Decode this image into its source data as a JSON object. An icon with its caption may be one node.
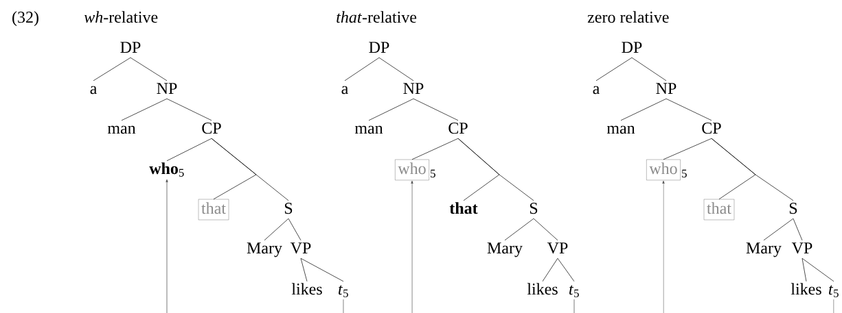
{
  "diagram": {
    "nodes": [
      {
        "text": [
          "DP"
        ]
      },
      {
        "text": [
          "a"
        ]
      },
      {
        "text": [
          "NP"
        ]
      },
      {
        "text": [
          "man"
        ]
      },
      {
        "text": [
          "CP"
        ]
      },
      {
        "text": [
          "**who**$_{5}$"
        ]
      },
      {
        "text": [
          "that"
        ]
      },
      {
        "text": [
          "S"
        ]
      },
      {
        "text": [
          "Mary"
        ]
      },
      {
        "text": [
          "VP"
        ]
      },
      {
        "text": [
          "likes"
        ]
      },
      {
        "text": [
          "*t*$_{5}$"
        ]
      },
      {
        "text": [
          "DP"
        ]
      },
      {
        "text": [
          "a"
        ]
      },
      {
        "text": [
          "NP"
        ]
      },
      {
        "text": [
          "man"
        ]
      },
      {
        "text": [
          "CP"
        ]
      },
      {
        "text": [
          "who"
        ],
        "beside": [
          "5"
        ]
      },
      {
        "text": [
          "that"
        ]
      },
      {
        "text": [
          "S"
        ]
      },
      {
        "text": [
          "Mary"
        ]
      },
      {
        "text": [
          "VP"
        ]
      },
      {
        "text": [
          "likes"
        ]
      },
      {
        "text": [
          "*t*$_{5}$"
        ]
      },
      {
        "text": [
          "DP"
        ]
      },
      {
        "text": [
          "a"
        ]
      },
      {
        "text": [
          "NP"
        ]
      },
      {
        "text": [
          "man"
        ]
      },
      {
        "text": [
          "CP"
        ]
      },
      {
        "text": [
          "who"
        ],
        "beside": [
          "5"
        ]
      },
      {
        "text": [
          "that"
        ]
      },
      {
        "text": [
          "S"
        ]
      },
      {
        "text": [
          "Mary"
        ]
      },
      {
        "text": [
          "VP"
        ]
      },
      {
        "text": [
          "likes"
        ]
      },
      {
        "text": [
          "*t*$_{5}$"
        ]
      }
    ],
    "edges": [
      {
        "from": 0,
        "to": 1,
        "arrow": "none"
      },
      {
        "from": 0,
        "to": 2,
        "arrow": "none"
      },
      {
        "from": 2,
        "to": 3,
        "arrow": "none"
      },
      {
        "from": 2,
        "to": 4,
        "arrow": "none"
      },
      {
        "from": 4,
        "to": 5,
        "arrow": "none"
      },
      {
        "from": 4,
        "to": 6,
        "arrow": "none"
      },
      {
        "from": 4,
        "to": 7,
        "arrow": "none"
      },
      {
        "from": 7,
        "to": 8,
        "arrow": "none"
      },
      {
        "from": 7,
        "to": 9,
        "arrow": "none"
      },
      {
        "from": 9,
        "to": 10,
        "arrow": "none"
      },
      {
        "from": 9,
        "to": 11,
        "arrow": "none"
      },
      {
        "from": 11,
        "to": 5,
        "arrow": "to"
      },
      {
        "from": 12,
        "to": 13,
        "arrow": "none"
      },
      {
        "from": 12,
        "to": 14,
        "arrow": "none"
      },
      {
        "from": 14,
        "to": 15,
        "arrow": "none"
      },
      {
        "from": 14,
        "to": 16,
        "arrow": "none"
      },
      {
        "from": 16,
        "to": 17,
        "arrow": "none"
      },
      {
        "from": 16,
        "to": 18,
        "arrow": "none"
      },
      {
        "from": 16,
        "to": 19,
        "arrow": "none"
      },
      {
        "from": 19,
        "to": 20,
        "arrow": "none"
      },
      {
        "from": 19,
        "to": 21,
        "arrow": "none"
      },
      {
        "from": 21,
        "to": 22,
        "arrow": "none"
      },
      {
        "from": 21,
        "to": 23,
        "arrow": "none"
      },
      {
        "from": 23,
        "to": 17,
        "arrow": "to"
      },
      {
        "from": 24,
        "to": 25,
        "arrow": "none"
      },
      {
        "from": 24,
        "to": 26,
        "arrow": "none"
      },
      {
        "from": 26,
        "to": 27,
        "arrow": "none"
      },
      {
        "from": 26,
        "to": 28,
        "arrow": "none"
      },
      {
        "from": 28,
        "to": 29,
        "arrow": "none"
      },
      {
        "from": 28,
        "to": 30,
        "arrow": "none"
      },
      {
        "from": 28,
        "to": 31,
        "arrow": "none"
      },
      {
        "from": 31,
        "to": 32,
        "arrow": "none"
      },
      {
        "from": 31,
        "to": 33,
        "arrow": "none"
      },
      {
        "from": 33,
        "to": 34,
        "arrow": "none"
      },
      {
        "from": 33,
        "to": 35,
        "arrow": "none"
      },
      {
        "from": 35,
        "to": 29,
        "arrow": "to"
      }
    ],
    "labels": [
      "(32)",
      "*wh*-relative",
      "*that*-relative",
      "zero relative"
    ]
  }
}
